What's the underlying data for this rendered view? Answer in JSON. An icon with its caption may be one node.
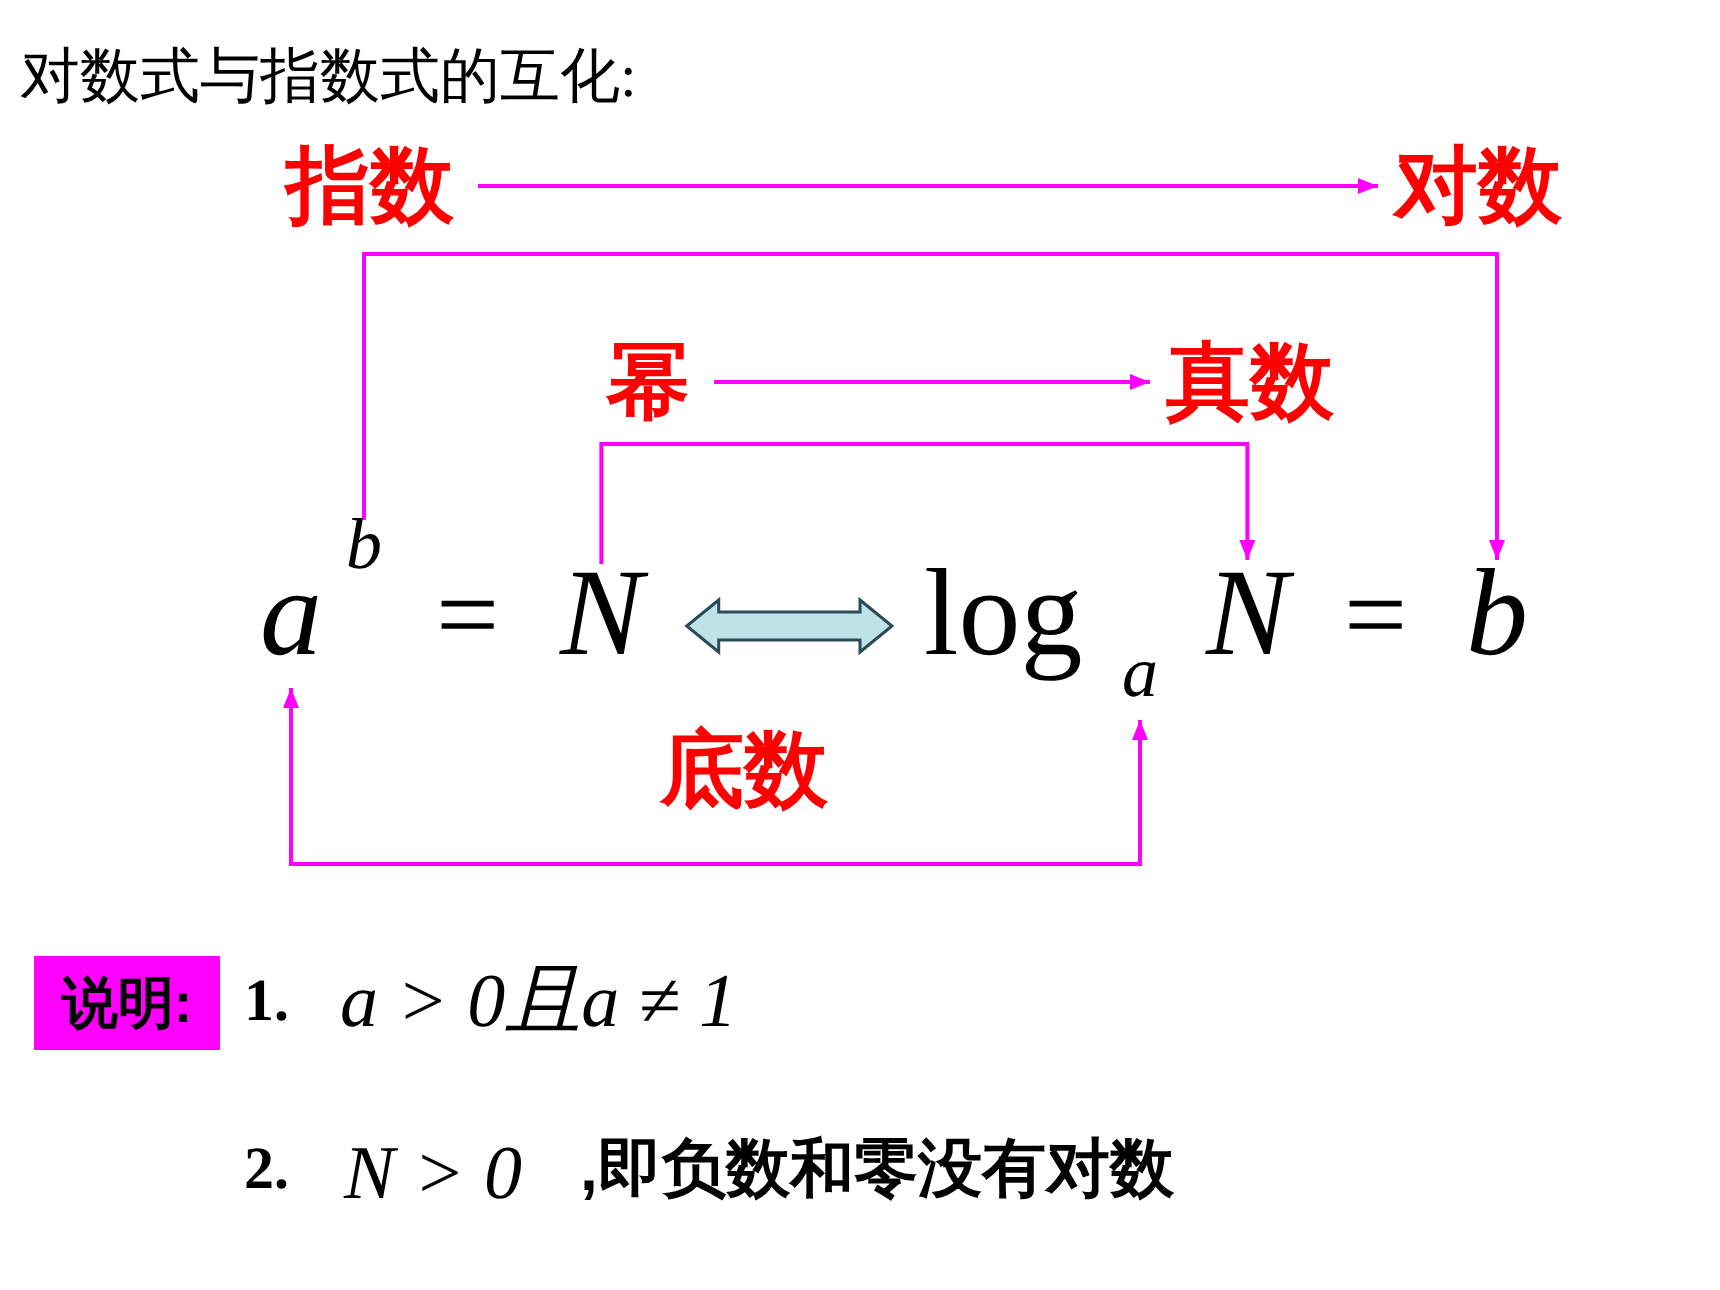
{
  "diagram": {
    "title": "对数式与指数式的互化:",
    "nodes": [
      {
        "text": [
          "指数"
        ]
      },
      {
        "text": [
          "对数"
        ]
      },
      {
        "text": [
          "幂"
        ]
      },
      {
        "text": [
          "真数"
        ]
      },
      {
        "text": [
          "a"
        ]
      },
      {
        "text": [
          "b"
        ]
      },
      {
        "text": [
          "N"
        ]
      },
      {
        "text": [
          "log"
        ]
      },
      {
        "text": [
          "a"
        ]
      },
      {
        "text": [
          "N"
        ]
      },
      {
        "text": [
          "b"
        ]
      },
      {
        "text": [
          "说明:"
        ]
      }
    ],
    "edges": [
      {
        "from": 0,
        "to": 1,
        "arrow": "to"
      },
      {
        "from": 2,
        "to": 3,
        "arrow": "to"
      },
      {
        "from": 5,
        "to": 10,
        "arrow": "to"
      },
      {
        "from": 6,
        "to": 9,
        "arrow": "to"
      },
      {
        "from": 4,
        "to": 8,
        "arrow": "both",
        "label": "底数"
      },
      {
        "from": 6,
        "to": 7,
        "arrow": "both",
        "style": "thick",
        "color": "#bfe2e6"
      }
    ],
    "labels": [
      "=",
      "=",
      "1.",
      "a > 0且a ≠ 1",
      "2.",
      "N > 0",
      ",即负数和零没有对数"
    ]
  }
}
